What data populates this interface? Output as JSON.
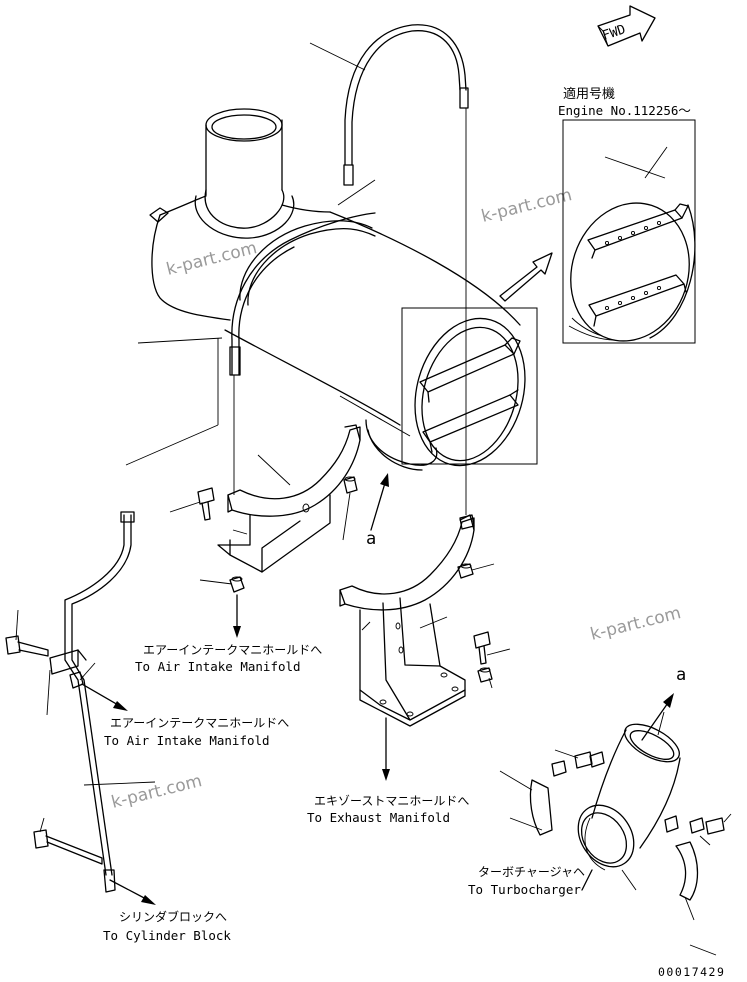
{
  "fwd_label": "FWD",
  "applicability": {
    "line1": "適用号機",
    "line2": "Engine No.112256〜"
  },
  "detail_letter_1": "a",
  "detail_letter_2": "a",
  "callouts": {
    "air_intake_1_jp": "エアーインテークマニホールドへ",
    "air_intake_1_en": "To Air Intake Manifold",
    "air_intake_2_jp": "エアーインテークマニホールドへ",
    "air_intake_2_en": "To Air Intake Manifold",
    "exhaust_jp": "エキゾーストマニホールドへ",
    "exhaust_en": "To Exhaust Manifold",
    "turbo_jp": "ターボチャージャヘ",
    "turbo_en": "To Turbocharger",
    "cylinder_jp": "シリンダブロックへ",
    "cylinder_en": "To Cylinder Block"
  },
  "watermark": "k-part.com",
  "drawing_number": "00017429"
}
